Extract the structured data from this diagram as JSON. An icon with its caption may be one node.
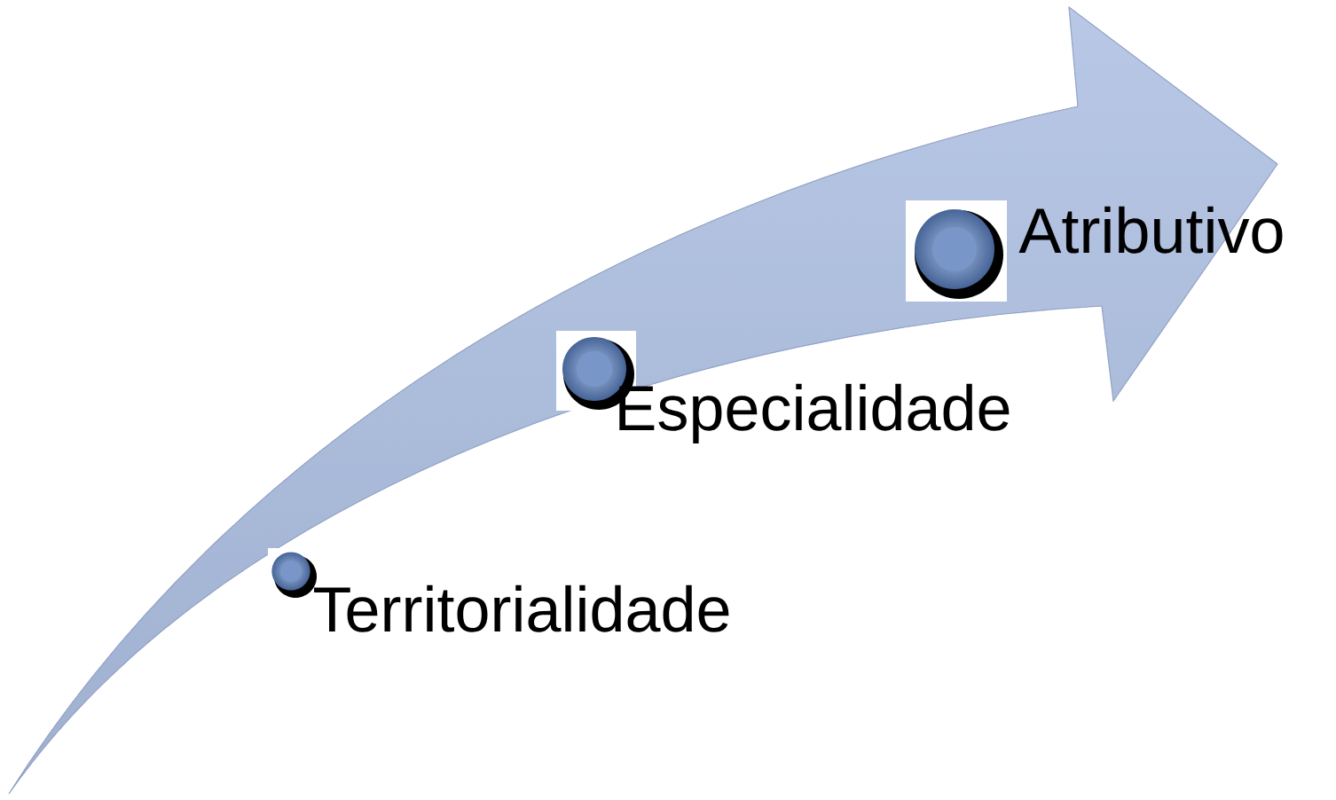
{
  "diagram": {
    "labels": [
      "Territorialidade",
      "Especialidade",
      "Atributivo"
    ]
  }
}
